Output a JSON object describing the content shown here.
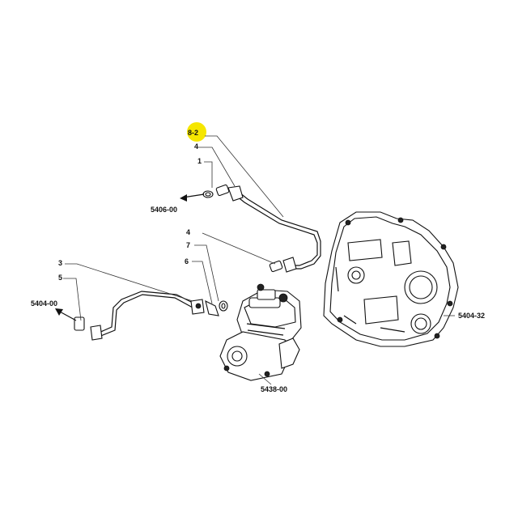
{
  "highlight_color": "#f5e600",
  "callouts": {
    "hose_assembly": "8-2",
    "item_4_top": "4",
    "item_1": "1",
    "ref_5406": "5406-00",
    "item_4_mid": "4",
    "item_7": "7",
    "item_6": "6",
    "item_3": "3",
    "item_5": "5",
    "ref_5404_00": "5404-00",
    "ref_5404_32": "5404-32",
    "ref_5438": "5438-00"
  }
}
